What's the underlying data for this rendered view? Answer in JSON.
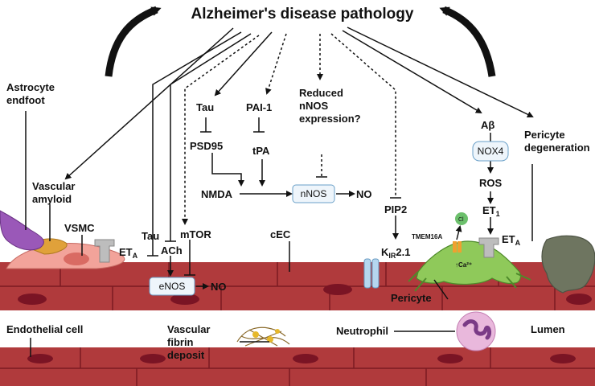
{
  "title": "Alzheimer's disease pathology",
  "labels": {
    "astrocyte": [
      "Astrocyte",
      "endfoot"
    ],
    "vascular_amyloid": [
      "Vascular",
      "amyloid"
    ],
    "vsmc": "VSMC",
    "eta_left": "ET",
    "eta_left_sub": "A",
    "tau_top": "Tau",
    "psd95": "PSD95",
    "pai1": "PAI-1",
    "tpa": "tPA",
    "nmda": "NMDA",
    "reduced_nnos": [
      "Reduced",
      "nNOS",
      "expression?"
    ],
    "nnos": "nNOS",
    "no_right": "NO",
    "pip2": "PIP2",
    "kir": "K",
    "kir_sub": "IR",
    "kir_suffix": "2.1",
    "abeta": "Aβ",
    "nox4": "NOX4",
    "ros": "ROS",
    "et1": "ET",
    "et1_sub": "1",
    "eta_right": "ET",
    "eta_right_sub": "A",
    "tmem16a": "TMEM16A",
    "cl": "Cl",
    "ca": "↑Ca²⁺",
    "pericyte_deg": [
      "Pericyte",
      "degeneration"
    ],
    "tau_left": "Tau",
    "ach": "ACh",
    "mtor": "mTOR",
    "cec": "cEC",
    "enos": "eNOS",
    "no_left": "NO",
    "pericyte": "Pericyte",
    "endothelial": "Endothelial cell",
    "fibrin": [
      "Vascular",
      "fibrin",
      "deposit"
    ],
    "neutrophil": "Neutrophil",
    "lumen": "Lumen"
  },
  "colors": {
    "endothelium": "#b03a3c",
    "endothelium_dark": "#7a1a22",
    "nucleus": "#7a1424",
    "vsmc": "#f2a39a",
    "astrocyte": "#9a58b8",
    "amyloid": "#e0a13a",
    "pericyte": "#8fc95a",
    "pericyte_degenerated": "#6e7560",
    "neutrophil": "#e9b8dc",
    "box_border": "#6aa0c8",
    "box_fill": "#eef5fb"
  }
}
